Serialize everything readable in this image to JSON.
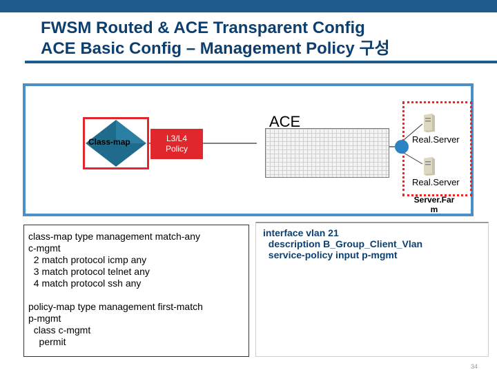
{
  "colors": {
    "accent_blue": "#1e5b8c",
    "title_navy": "#0d3f6e",
    "frame_blue": "#4a8fc7",
    "red": "#e0282c",
    "diamond_teal": "#1f6b8b",
    "vip_blue": "#2a83c4"
  },
  "title": {
    "line1": "FWSM Routed & ACE Transparent Config",
    "line2": "ACE Basic Config – Management Policy 구성"
  },
  "diagram": {
    "class_map_label": "Class-map",
    "policy_label_line1": "L3/L4",
    "policy_label_line2": "Policy",
    "ace_label": "ACE",
    "real_server_1": "Real.Server",
    "real_server_2": "Real.Server",
    "server_farm_line1": "Server.Far",
    "server_farm_line2": "m",
    "icons": [
      "server-icon",
      "vip-node-icon",
      "diamond-icon"
    ]
  },
  "class_config": {
    "lines": [
      "class-map type management match-any",
      "c-mgmt",
      "  2 match protocol icmp any",
      "  3 match protocol telnet any",
      "  4 match protocol ssh any"
    ],
    "policy_lines": [
      "policy-map type management first-match",
      "p-mgmt",
      "  class c-mgmt",
      "    permit"
    ]
  },
  "interface_config": {
    "lines": [
      "interface vlan 21",
      "  description B_Group_Client_Vlan",
      "  service-policy input p-mgmt"
    ]
  },
  "page_number": "34"
}
